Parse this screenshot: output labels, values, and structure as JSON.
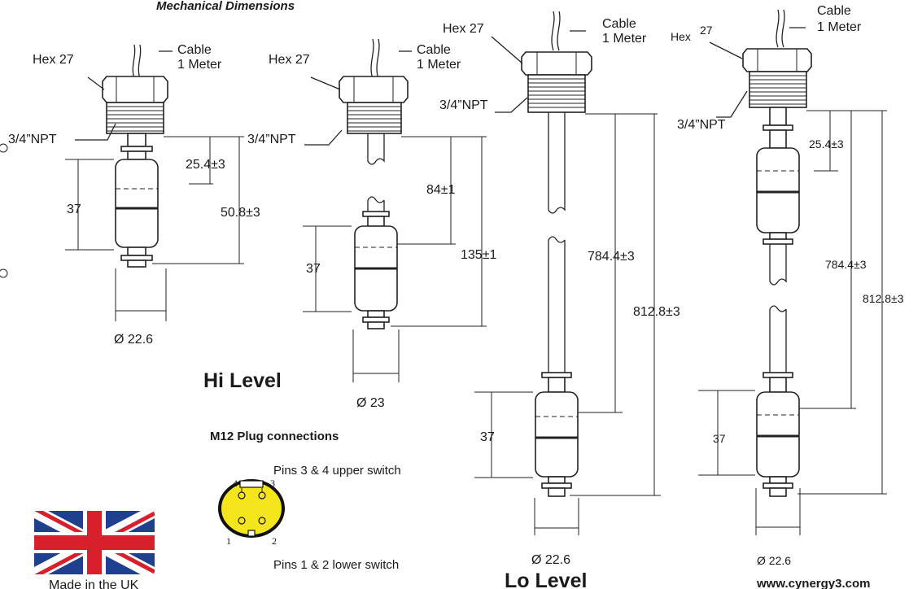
{
  "header": {
    "title": "Mechanical Dimensions"
  },
  "hi_level": {
    "title": "Hi Level",
    "left_sensor": {
      "hex_label": "Hex 27",
      "cable_label_line1": "Cable",
      "cable_label_line2": "1 Meter",
      "thread_label": "3/4”NPT",
      "dim_top": "25.4±3",
      "dim_float": "37",
      "dim_total": "50.8±3",
      "dim_diameter": "Ø 22.6"
    },
    "right_sensor": {
      "hex_label": "Hex 27",
      "cable_label_line1": "Cable",
      "cable_label_line2": "1 Meter",
      "thread_label": "3/4”NPT",
      "dim_top": "84±1",
      "dim_float": "37",
      "dim_total": "135±1",
      "dim_diameter": "Ø 23"
    }
  },
  "lo_level": {
    "title": "Lo Level",
    "left_sensor": {
      "hex_label": "Hex 27",
      "cable_label_line1": "Cable",
      "cable_label_line2": "1 Meter",
      "thread_label": "3/4”NPT",
      "dim_mid": "784.4±3",
      "dim_total": "812.8±3",
      "dim_float": "37",
      "dim_diameter": "Ø 22.6"
    },
    "right_sensor": {
      "hex_label": "Hex",
      "hex_size": "27",
      "cable_label_line1": "Cable",
      "cable_label_line2": "1 Meter",
      "thread_label": "3/4”NPT",
      "dim_top": "25.4±3",
      "dim_mid": "784.4±3",
      "dim_total": "812.8±3",
      "dim_float": "37",
      "dim_diameter": "Ø 22.6"
    }
  },
  "m12": {
    "title": "M12 Plug connections",
    "upper_label": "Pins 3 & 4 upper switch",
    "lower_label": "Pins 1 & 2 lower switch",
    "pin1": "1",
    "pin2": "2",
    "pin3": "3",
    "pin4": "4",
    "plug_color": "#f5e51c"
  },
  "flag": {
    "caption": "Made in the UK",
    "blue": "#1f3f8f",
    "red": "#d8202c"
  },
  "footer": {
    "website": "www.cynergy3.com"
  }
}
